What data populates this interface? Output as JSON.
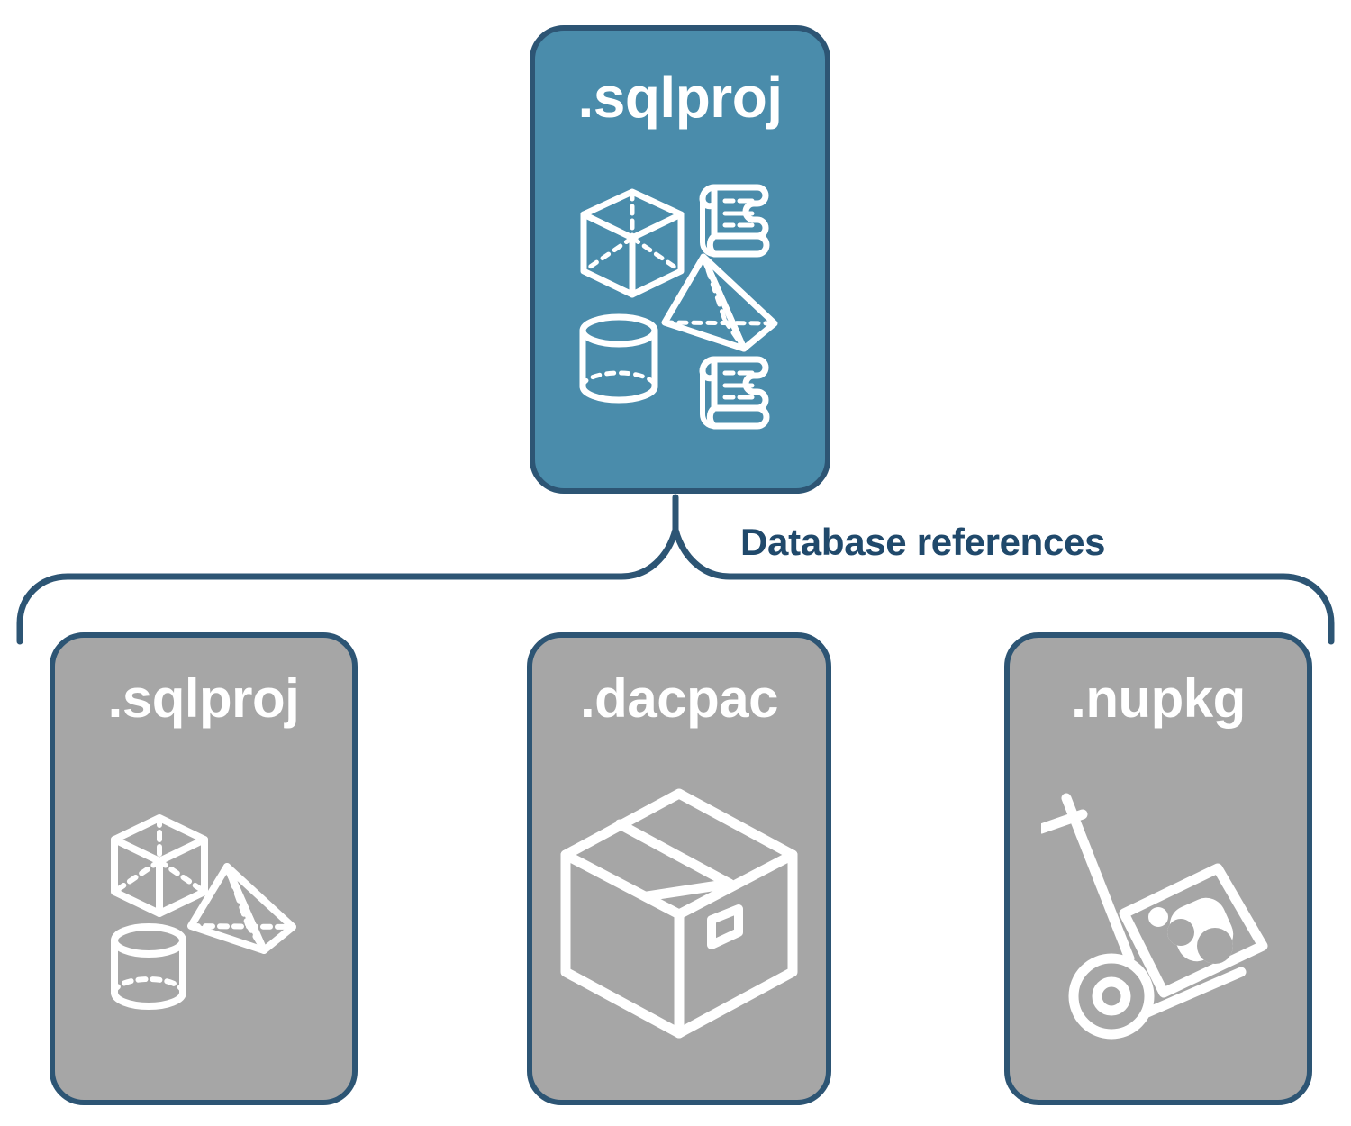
{
  "diagram": {
    "title": "Database references",
    "colors": {
      "primary_fill": "#4a8cab",
      "secondary_fill": "#a6a6a6",
      "border": "#2d5574",
      "label_text": "#20496b",
      "icon": "#ffffff",
      "background": "#ffffff"
    },
    "root": {
      "label": ".sqlproj",
      "icon": "database-objects-and-scripts-icon"
    },
    "connector": {
      "label": "Database references",
      "style": "curly-brace-bracket"
    },
    "references": [
      {
        "label": ".sqlproj",
        "icon": "database-objects-icon"
      },
      {
        "label": ".dacpac",
        "icon": "package-box-icon"
      },
      {
        "label": ".nupkg",
        "icon": "hand-truck-nuget-package-icon"
      }
    ]
  }
}
